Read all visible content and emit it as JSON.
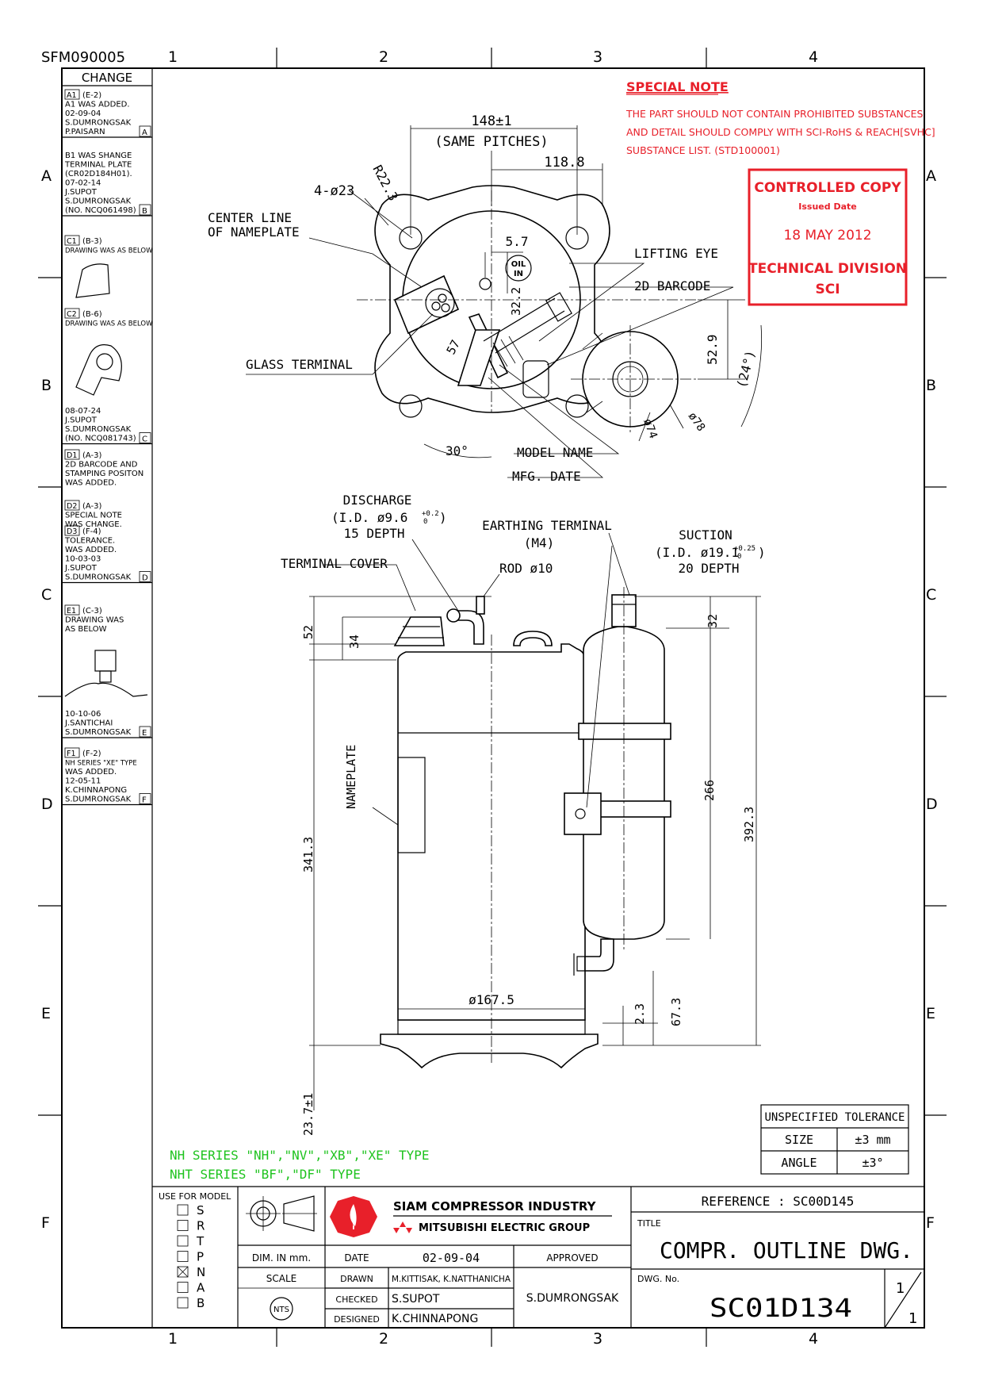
{
  "sheet": {
    "form_code": "SFM090005",
    "col_labels": [
      "1",
      "2",
      "3",
      "4"
    ],
    "row_labels": [
      "A",
      "B",
      "C",
      "D",
      "E",
      "F"
    ]
  },
  "change_log": {
    "title": "CHANGE",
    "entries": [
      {
        "tag": "A1",
        "lines": [
          "(E-2)",
          "A1 WAS ADDED.",
          "02-09-04",
          "S.DUMRONGSAK",
          "P.PAISARN"
        ],
        "rev": "A"
      },
      {
        "tag": "",
        "lines": [
          "B1 WAS SHANGE",
          "TERMINAL PLATE",
          "(CR02D184H01).",
          "07-02-14",
          "J.SUPOT",
          "S.DUMRONGSAK",
          "(NO. NCQ061498)"
        ],
        "rev": "B"
      },
      {
        "tag": "C1",
        "lines": [
          "(B-3)",
          "DRAWING WAS AS BELOW"
        ],
        "rev": ""
      },
      {
        "tag": "C2",
        "lines": [
          "(B-6)",
          "DRAWING WAS AS BELOW"
        ],
        "rev": ""
      },
      {
        "tag": "",
        "lines": [
          "08-07-24",
          "J.SUPOT",
          "S.DUMRONGSAK",
          "(NO. NCQ081743)"
        ],
        "rev": "C"
      },
      {
        "tag": "D1",
        "lines": [
          "(A-3)",
          "2D BARCODE AND",
          "STAMPING POSITON",
          "WAS ADDED."
        ],
        "rev": ""
      },
      {
        "tag": "D2",
        "lines": [
          "(A-3)",
          "SPECIAL NOTE",
          "WAS CHANGE."
        ],
        "rev": ""
      },
      {
        "tag": "D3",
        "lines": [
          "(F-4)",
          "TOLERANCE.",
          "WAS ADDED.",
          "10-03-03",
          "J.SUPOT",
          "S.DUMRONGSAK"
        ],
        "rev": "D"
      },
      {
        "tag": "E1",
        "lines": [
          "(C-3)",
          "DRAWING WAS",
          "AS BELOW"
        ],
        "rev": ""
      },
      {
        "tag": "",
        "lines": [
          "10-10-06",
          "J.SANTICHAI",
          "S.DUMRONGSAK"
        ],
        "rev": "E"
      },
      {
        "tag": "F1",
        "lines": [
          "(F-2)",
          "NH SERIES \"XE\" TYPE",
          "WAS ADDED.",
          "12-05-11",
          "K.CHINNAPONG",
          "S.DUMRONGSAK"
        ],
        "rev": "F"
      }
    ]
  },
  "special_note": {
    "title": "SPECIAL NOTE",
    "lines": [
      "THE PART SHOULD NOT CONTAIN PROHIBITED SUBSTANCES",
      "AND DETAIL SHOULD COMPLY WITH SCI-RoHS & REACH[SVHC]",
      "SUBSTANCE LIST. (STD100001)"
    ]
  },
  "stamp": {
    "line1": "CONTROLLED COPY",
    "line2": "Issued Date",
    "line3": "18 MAY 2012",
    "line4": "TECHNICAL DIVISION",
    "line5": "SCI",
    "color": "#e8202a"
  },
  "top_view": {
    "pitch": "148±1",
    "pitch_note": "(SAME PITCHES)",
    "width": "118.8",
    "radius": "R22.3",
    "holes": "4-ø23",
    "offset": "5.7",
    "oil": "OIL",
    "oil2": "IN",
    "dim_32": "32.2",
    "dim_57": "57",
    "dim_52": "52.9",
    "angle_24": "(24°)",
    "angle_30": "30°",
    "d74": "ø74",
    "d78": "ø78",
    "lbl_center": "CENTER LINE",
    "lbl_center2": "OF NAMEPLATE",
    "lbl_lifting": "LIFTING EYE",
    "lbl_barcode": "2D BARCODE",
    "lbl_glass": "GLASS TERMINAL",
    "lbl_model": "MODEL NAME",
    "lbl_mfg": "MFG. DATE"
  },
  "side_view": {
    "discharge": "DISCHARGE",
    "discharge_id": "(I.D.  ø9.6",
    "discharge_tol": "+0.2",
    "discharge_tol0": "0",
    "discharge_depth": "15  DEPTH",
    "earthing": "EARTHING  TERMINAL",
    "earthing_m": "(M4)",
    "suction": "SUCTION",
    "suction_id": "(I.D.  ø19.1",
    "suction_tol": "+0.25",
    "suction_tol0": "0",
    "suction_depth": "20  DEPTH",
    "terminal_cover": "TERMINAL  COVER",
    "rod": "ROD  ø10",
    "nameplate": "NAMEPLATE",
    "d52": "52",
    "d34": "34",
    "d32": "32",
    "d266": "266",
    "d392": "392.3",
    "d341": "341.3",
    "d167": "ø167.5",
    "d2_3": "2.3",
    "d67": "67.3",
    "d23": "23.7±1"
  },
  "series": {
    "nh": "NH  SERIES  \"NH\",\"NV\",\"XB\",\"XE\"  TYPE",
    "nht": "NHT  SERIES  \"BF\",\"DF\"  TYPE",
    "color": "#1ec31e"
  },
  "tolerance": {
    "title": "UNSPECIFIED  TOLERANCE",
    "rows": [
      {
        "label": "SIZE",
        "value": "±3  mm"
      },
      {
        "label": "ANGLE",
        "value": "±3°"
      }
    ]
  },
  "title_block": {
    "use_for_model": "USE FOR MODEL",
    "models": [
      {
        "code": "S",
        "checked": false
      },
      {
        "code": "R",
        "checked": false
      },
      {
        "code": "T",
        "checked": false
      },
      {
        "code": "P",
        "checked": false
      },
      {
        "code": "N",
        "checked": true
      },
      {
        "code": "A",
        "checked": false
      },
      {
        "code": "B",
        "checked": false
      }
    ],
    "company": "SIAM COMPRESSOR INDUSTRY",
    "group": "MITSUBISHI ELECTRIC GROUP",
    "dim_unit": "DIM. IN mm.",
    "date_label": "DATE",
    "date_value": "02-09-04",
    "approved_label": "APPROVED",
    "scale_label": "SCALE",
    "scale_value": "NTS",
    "drawn_label": "DRAWN",
    "drawn_value": "M.KITTISAK, K.NATTHANICHA",
    "checked_label": "CHECKED",
    "checked_value": "S.SUPOT",
    "designed_label": "DESIGNED",
    "designed_value": "K.CHINNAPONG",
    "approved_value": "S.DUMRONGSAK",
    "reference": "REFERENCE  :  SC00D145",
    "title_label": "TITLE",
    "title_value": "COMPR.  OUTLINE  DWG.",
    "dwg_label": "DWG.  No.",
    "dwg_value": "SC01D134",
    "sheet_num": "1",
    "sheet_total": "1"
  }
}
